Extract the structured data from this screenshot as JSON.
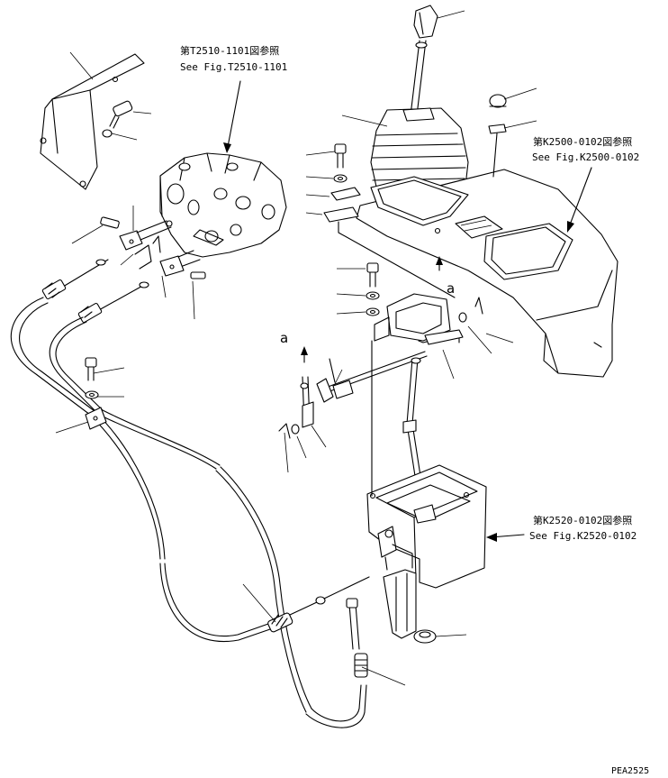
{
  "references": [
    {
      "jp": "第T2510-1101図参照",
      "en": "See Fig.T2510-1101"
    },
    {
      "jp": "第K2500-0102図参照",
      "en": "See Fig.K2500-0102"
    },
    {
      "jp": "第K2520-0102図参照",
      "en": "See Fig.K2520-0102"
    }
  ],
  "markers": [
    "a",
    "a"
  ],
  "drawing_code": "PEA2525"
}
